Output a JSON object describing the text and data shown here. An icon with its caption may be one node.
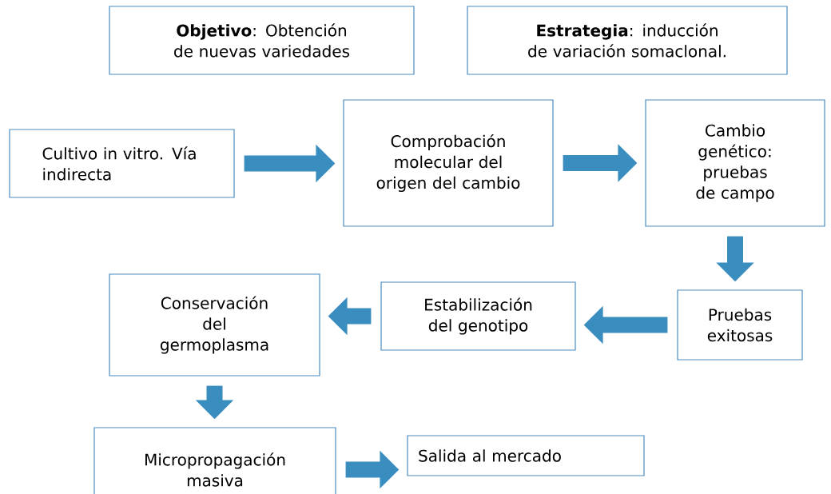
{
  "diagram": {
    "nodes": [
      {
        "text": [
          "**Objetivo**: Obtención de nuevas variedades"
        ]
      },
      {
        "text": [
          "**Estrategia**: inducción de variación somaclonal."
        ]
      },
      {
        "text": [
          "Cultivo in vitro. Vía indirecta"
        ]
      },
      {
        "text": [
          "Comprobación molecular del origen del cambio"
        ]
      },
      {
        "text": [
          "Cambio genético: pruebas de campo"
        ]
      },
      {
        "text": [
          "Pruebas exitosas"
        ]
      },
      {
        "text": [
          "Estabilización del genotipo"
        ]
      },
      {
        "text": [
          "Conservación del germoplasma"
        ]
      },
      {
        "text": [
          "Micropropagación masiva"
        ]
      },
      {
        "text": [
          "Salida al mercado"
        ]
      }
    ],
    "edges": [
      {
        "from": 2,
        "to": 3,
        "arrow": "to"
      },
      {
        "from": 3,
        "to": 4,
        "arrow": "to"
      },
      {
        "from": 4,
        "to": 5,
        "arrow": "to"
      },
      {
        "from": 5,
        "to": 6,
        "arrow": "to"
      },
      {
        "from": 6,
        "to": 7,
        "arrow": "to"
      },
      {
        "from": 7,
        "to": 8,
        "arrow": "to"
      },
      {
        "from": 8,
        "to": 9,
        "arrow": "to"
      }
    ]
  }
}
